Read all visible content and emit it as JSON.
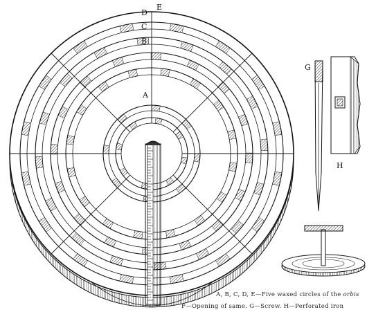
{
  "figure": {
    "labels": {
      "g": "G",
      "h": "H",
      "plate_e": "E",
      "plate_d": "D",
      "plate_c": "C",
      "plate_b": "B",
      "plate_a": "A"
    },
    "caption": {
      "line1_text": "A, B, C, D, E—Five waxed circles of the ",
      "line1_emph": "orbis",
      "line2": "F—Opening of same.   G—Screw.   H—Perforated iron"
    },
    "colors": {
      "ink": "#111111",
      "paper": "#ffffff"
    }
  }
}
